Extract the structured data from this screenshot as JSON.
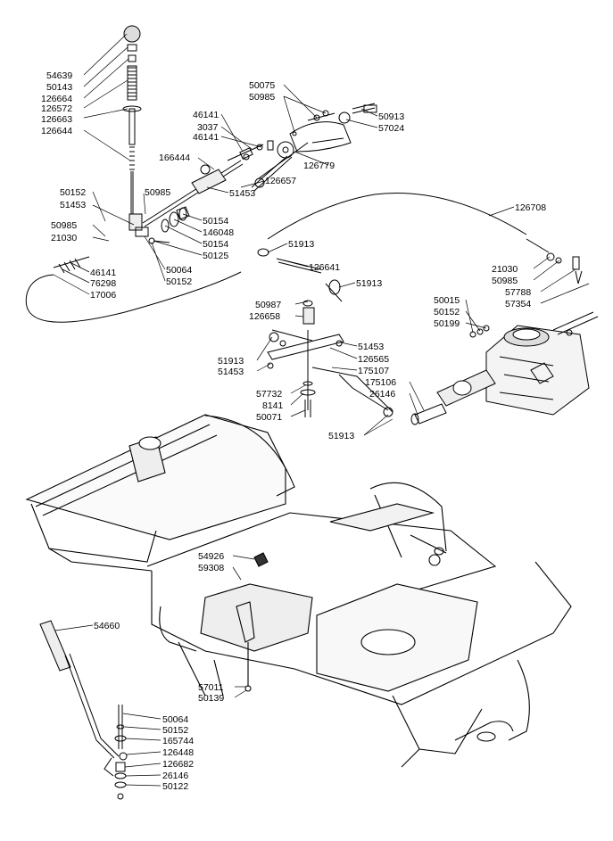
{
  "labels": {
    "p54639": "54639",
    "p50143": "50143",
    "p126664": "126664",
    "p126572": "126572",
    "p126663": "126663",
    "p126644": "126644",
    "p46141a": "46141",
    "p3037": "3037",
    "p46141b": "46141",
    "p166444": "166444",
    "p50075": "50075",
    "p50985a": "50985",
    "p50913": "50913",
    "p57024": "57024",
    "p126779": "126779",
    "p126657": "126657",
    "p51453a": "51453",
    "p50152a": "50152",
    "p51453b": "51453",
    "p50985b": "50985",
    "p50154a": "50154",
    "p146048": "146048",
    "p50154b": "50154",
    "p50125": "50125",
    "p50985c": "50985",
    "p21030a": "21030",
    "p50064a": "50064",
    "p50152b": "50152",
    "p46141c": "46141",
    "p76298": "76298",
    "p17006": "17006",
    "p51913a": "51913",
    "p126641": "126641",
    "p51913b": "51913",
    "p50987": "50987",
    "p126658": "126658",
    "p51453c": "51453",
    "p126565": "126565",
    "p51913c": "51913",
    "p51453d": "51453",
    "p175107": "175107",
    "p57732": "57732",
    "p8141": "8141",
    "p50071": "50071",
    "p175106": "175106",
    "p26146a": "26146",
    "p51913d": "51913",
    "p126708": "126708",
    "p21030b": "21030",
    "p50985d": "50985",
    "p57788": "57788",
    "p57354": "57354",
    "p50015": "50015",
    "p50152c": "50152",
    "p50199": "50199",
    "p54926": "54926",
    "p59308": "59308",
    "p57011": "57011",
    "p50139": "50139",
    "p54660": "54660",
    "p50064b": "50064",
    "p50152d": "50152",
    "p165744": "165744",
    "p126448": "126448",
    "p126682": "126682",
    "p26146b": "26146",
    "p50122": "50122"
  }
}
